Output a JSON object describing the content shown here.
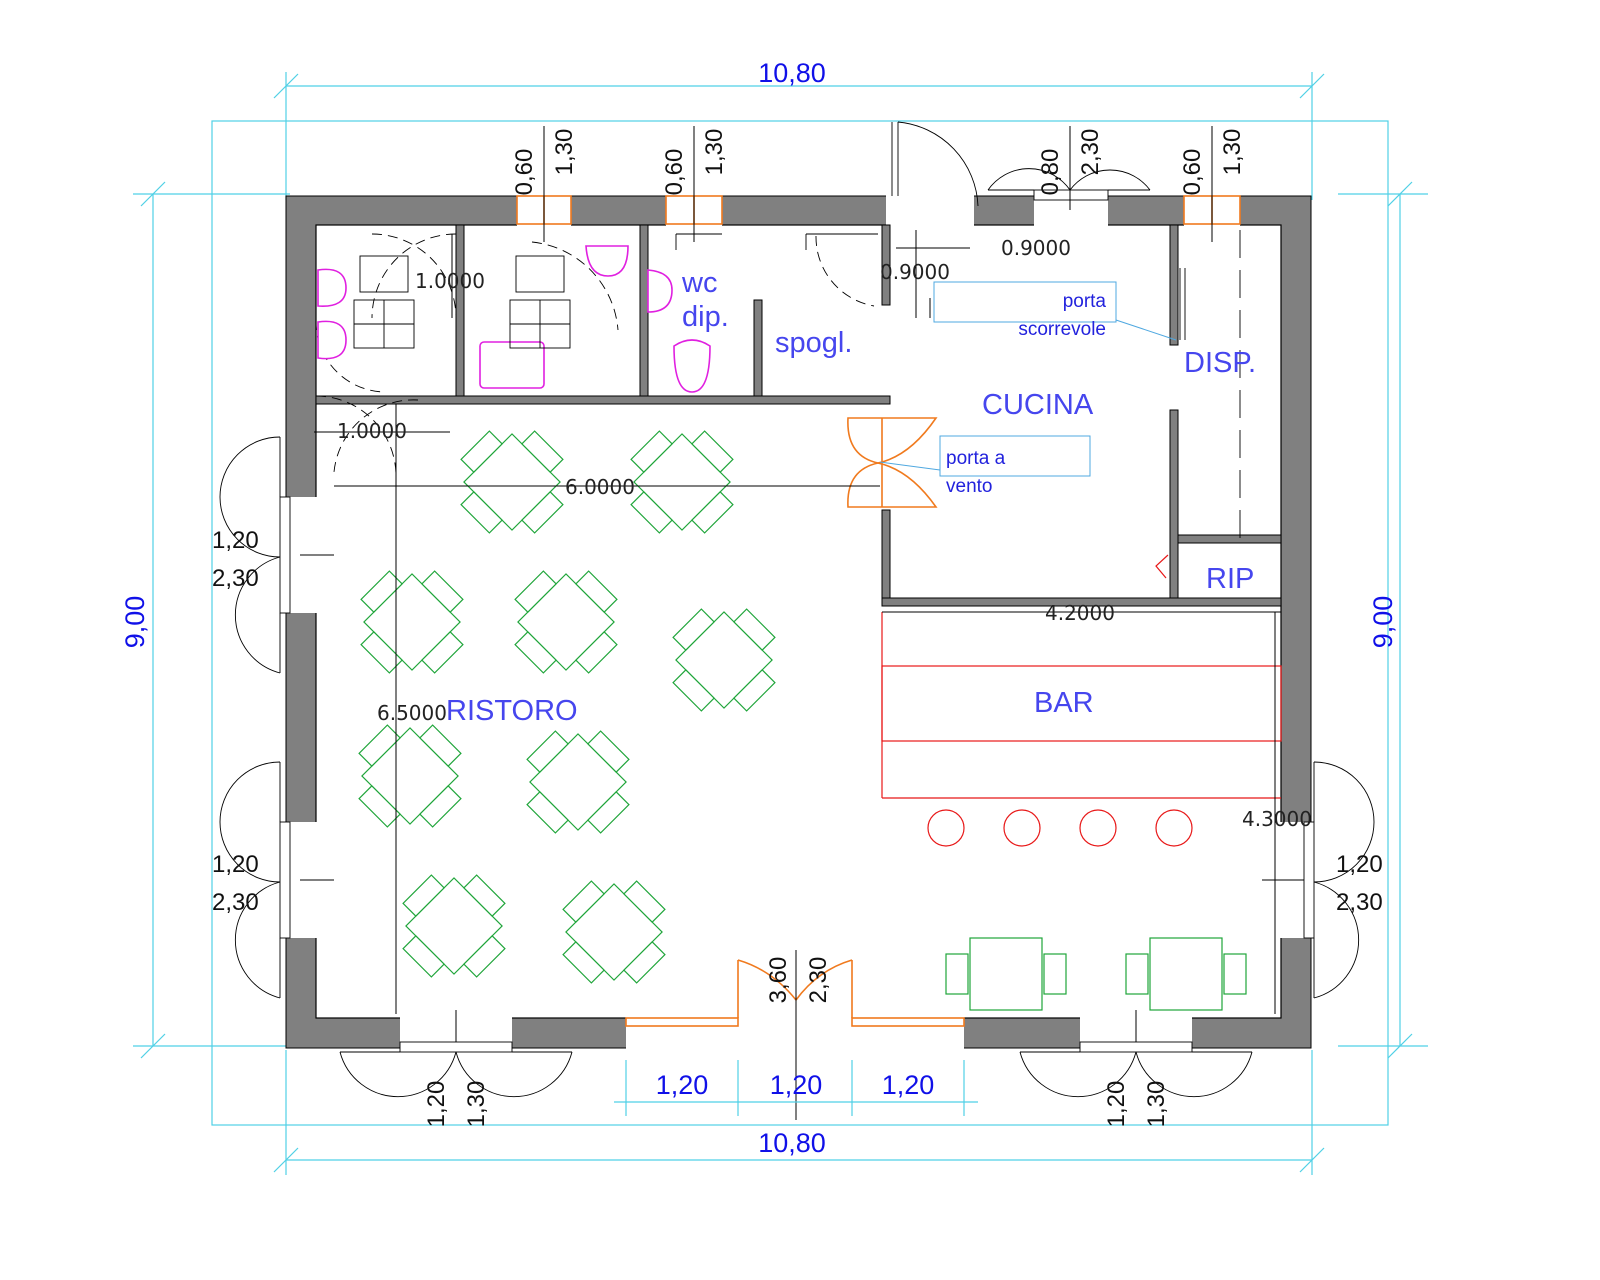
{
  "overall": {
    "width_label_top": "10,80",
    "width_label_bottom": "10,80",
    "depth_label_left": "9,00",
    "depth_label_right": "9,00"
  },
  "rooms": {
    "wc_line1": "wc",
    "wc_line2": "dip.",
    "spogl": "spogl.",
    "cucina": "CUCINA",
    "disp": "DISP.",
    "rip": "RIP",
    "bar": "BAR",
    "ristoro": "RISTORO"
  },
  "measures": {
    "m_1000_a": "1.0000",
    "m_1000_b": "1.0000",
    "m_0900_a": "0.9000",
    "m_0900_b": "0.9000",
    "m_6000": "6.0000",
    "m_4200": "4.2000",
    "m_6500": "6.5000",
    "m_4300": "4.3000"
  },
  "notes": {
    "sliding_1": "porta",
    "sliding_2": "scorrevole",
    "swing_1": "porta a",
    "swing_2": "vento"
  },
  "openings": {
    "top_win1_a": "0,60",
    "top_win1_b": "1,30",
    "top_win2_a": "0,60",
    "top_win2_b": "1,30",
    "top_door_a": "0,80",
    "top_door_b": "2,30",
    "top_win3_a": "0,60",
    "top_win3_b": "1,30",
    "left_upper_a": "1,20",
    "left_upper_b": "2,30",
    "left_lower_a": "1,20",
    "left_lower_b": "2,30",
    "right_a": "1,20",
    "right_b": "2,30",
    "bottom_left_a": "1,20",
    "bottom_left_b": "1,30",
    "bottom_right_a": "1,20",
    "bottom_right_b": "1,30",
    "entrance_a": "3,60",
    "entrance_b": "2,30",
    "entrance_seg1": "1,20",
    "entrance_seg2": "1,20",
    "entrance_seg3": "1,20"
  },
  "colors": {
    "wall": "#808080",
    "dimension_blue": "#1010e8",
    "room_label": "#4646ee",
    "furniture_green": "#1fa53a",
    "sanitary_magenta": "#e020e0",
    "window_orange": "#f07a1e",
    "bar_red": "#e81818",
    "frame_cyan": "#4fd0e6"
  }
}
